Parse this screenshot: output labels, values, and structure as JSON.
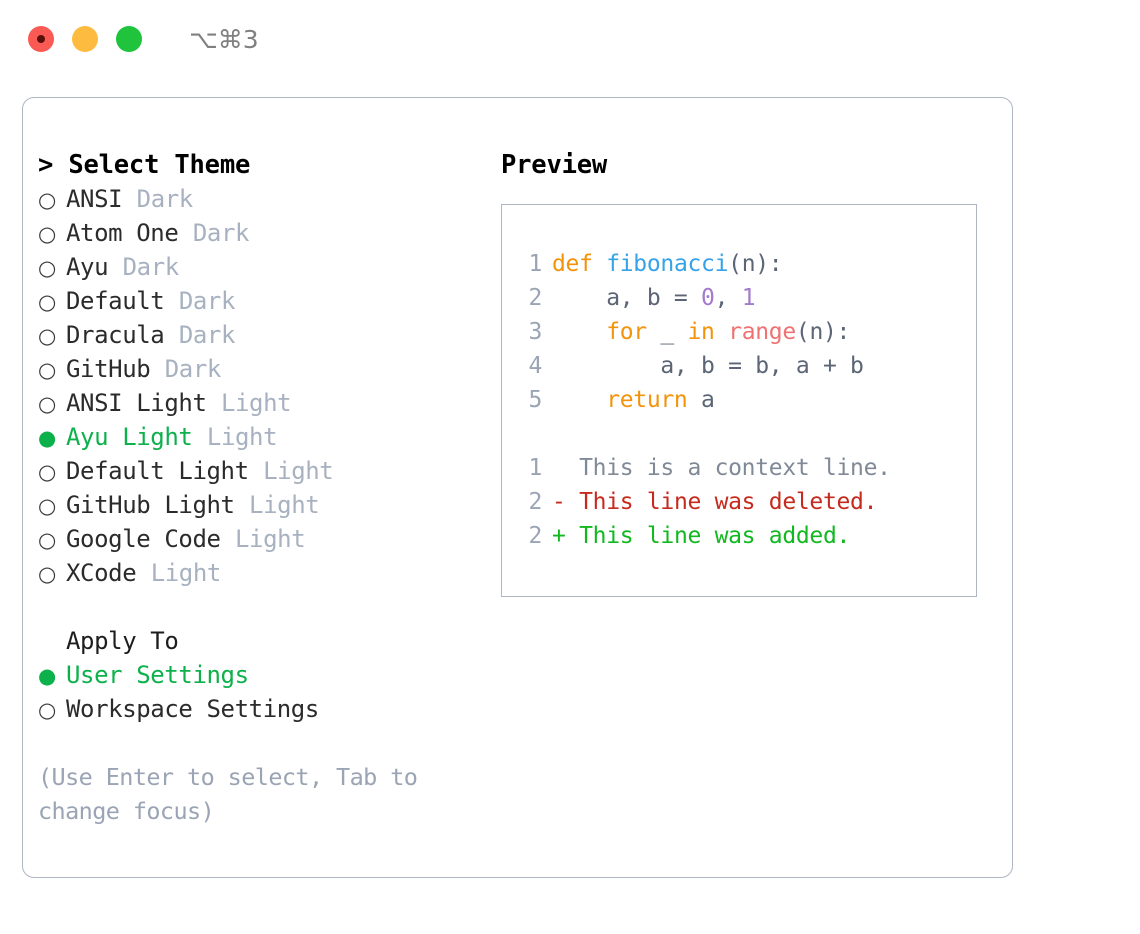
{
  "titlebar": {
    "shortcut": "⌥⌘3",
    "buttons": [
      {
        "name": "close",
        "color": "#fb5a54"
      },
      {
        "name": "minimize",
        "color": "#fdbc40"
      },
      {
        "name": "maximize",
        "color": "#1fc43c"
      }
    ]
  },
  "theme_picker": {
    "header": "> Select Theme",
    "header_caret": ">",
    "header_text": "Select Theme",
    "bullet_off": "○",
    "bullet_on": "●",
    "items": [
      {
        "label": "ANSI",
        "tag": "Dark",
        "selected": false
      },
      {
        "label": "Atom One",
        "tag": "Dark",
        "selected": false
      },
      {
        "label": "Ayu",
        "tag": "Dark",
        "selected": false
      },
      {
        "label": "Default",
        "tag": "Dark",
        "selected": false
      },
      {
        "label": "Dracula",
        "tag": "Dark",
        "selected": false
      },
      {
        "label": "GitHub",
        "tag": "Dark",
        "selected": false
      },
      {
        "label": "ANSI Light",
        "tag": "Light",
        "selected": false
      },
      {
        "label": "Ayu Light",
        "tag": "Light",
        "selected": true
      },
      {
        "label": "Default Light",
        "tag": "Light",
        "selected": false
      },
      {
        "label": "GitHub Light",
        "tag": "Light",
        "selected": false
      },
      {
        "label": "Google Code",
        "tag": "Light",
        "selected": false
      },
      {
        "label": "XCode",
        "tag": "Light",
        "selected": false
      }
    ]
  },
  "apply_to": {
    "header": "Apply To",
    "options": [
      {
        "label": "User Settings",
        "selected": true
      },
      {
        "label": "Workspace Settings",
        "selected": false
      }
    ]
  },
  "hint": "(Use Enter to select, Tab to change focus)",
  "preview": {
    "header": "Preview",
    "code_lines": [
      {
        "number": "1",
        "tokens": [
          {
            "text": "def ",
            "type": "kw"
          },
          {
            "text": "fibonacci",
            "type": "fn"
          },
          {
            "text": "(n):",
            "type": "punc"
          }
        ]
      },
      {
        "number": "2",
        "tokens": [
          {
            "text": "    a, b = ",
            "type": "var"
          },
          {
            "text": "0",
            "type": "num"
          },
          {
            "text": ", ",
            "type": "var"
          },
          {
            "text": "1",
            "type": "num"
          }
        ]
      },
      {
        "number": "3",
        "tokens": [
          {
            "text": "    for ",
            "type": "kw"
          },
          {
            "text": "_ ",
            "type": "var"
          },
          {
            "text": "in ",
            "type": "kw"
          },
          {
            "text": "range",
            "type": "call"
          },
          {
            "text": "(n):",
            "type": "punc"
          }
        ]
      },
      {
        "number": "4",
        "tokens": [
          {
            "text": "        a, b = b, a + b",
            "type": "var"
          }
        ]
      },
      {
        "number": "5",
        "tokens": [
          {
            "text": "    return ",
            "type": "kw"
          },
          {
            "text": "a",
            "type": "var"
          }
        ]
      }
    ],
    "diff_lines": [
      {
        "number": "1",
        "marker": " ",
        "text": " This is a context line.",
        "kind": "context"
      },
      {
        "number": "2",
        "marker": "-",
        "text": " This line was deleted.",
        "kind": "delete"
      },
      {
        "number": "2",
        "marker": "+",
        "text": " This line was added.",
        "kind": "add"
      }
    ]
  },
  "colors": {
    "accent_green": "#0db14b",
    "keyword_orange": "#f2940b",
    "function_blue": "#36a3e8",
    "number_purple": "#a37acc",
    "call_red": "#f07171",
    "variable_gray": "#5b6575",
    "diff_delete_red": "#c62a1e",
    "diff_add_green": "#12b820",
    "muted_gray": "#a7b1c0",
    "border": "#aeb6c2"
  }
}
